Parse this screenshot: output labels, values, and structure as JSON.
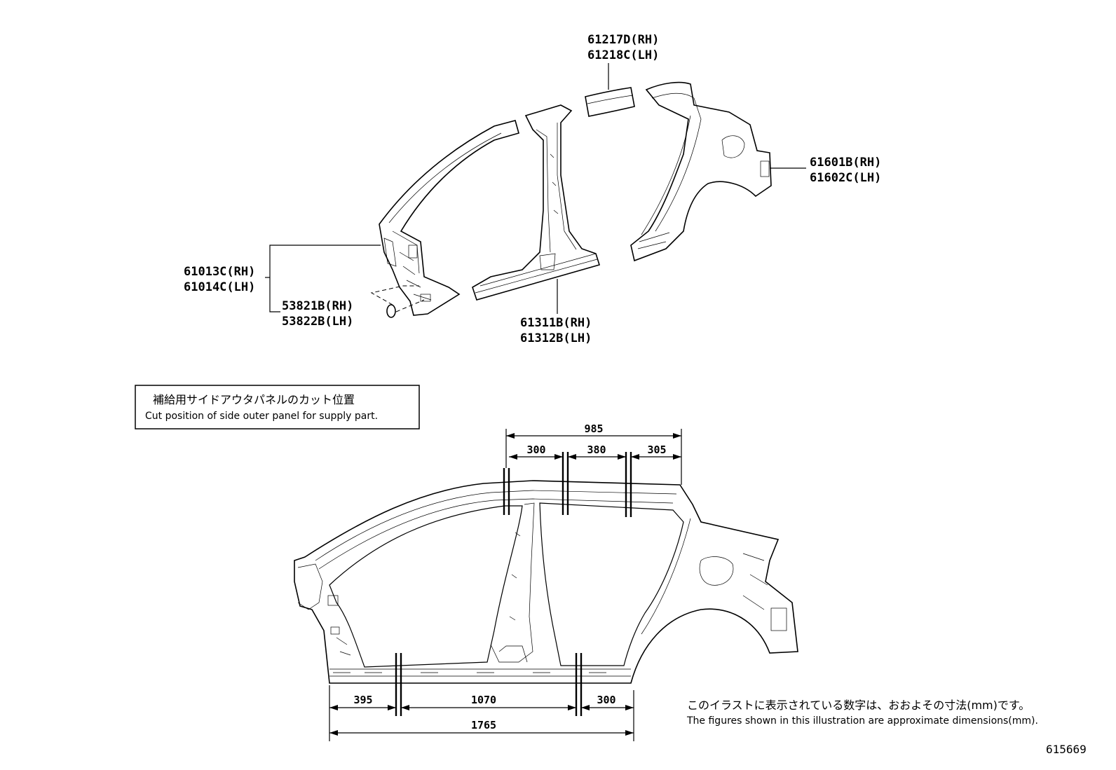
{
  "callouts": {
    "roof_side_rh": "61217D(RH)",
    "roof_side_lh": "61218C(LH)",
    "quarter_rh": "61601B(RH)",
    "quarter_lh": "61602C(LH)",
    "front_pillar_rh": "61013C(RH)",
    "front_pillar_lh": "61014C(LH)",
    "plate_rh": "53821B(RH)",
    "plate_lh": "53822B(LH)",
    "rocker_rh": "61311B(RH)",
    "rocker_lh": "61312B(LH)"
  },
  "cut_box": {
    "jp": "補給用サイドアウタパネルのカット位置",
    "en": "Cut position of side outer panel for supply part."
  },
  "dimensions": {
    "top_total": "985",
    "top_a": "300",
    "top_b": "380",
    "top_c": "305",
    "bottom_a": "395",
    "bottom_b": "1070",
    "bottom_c": "300",
    "bottom_total": "1765"
  },
  "footnote": {
    "jp": "このイラストに表示されている数字は、おおよその寸法(mm)です。",
    "en": "The figures shown in this illustration are approximate dimensions(mm)."
  },
  "figure_id": "615669"
}
